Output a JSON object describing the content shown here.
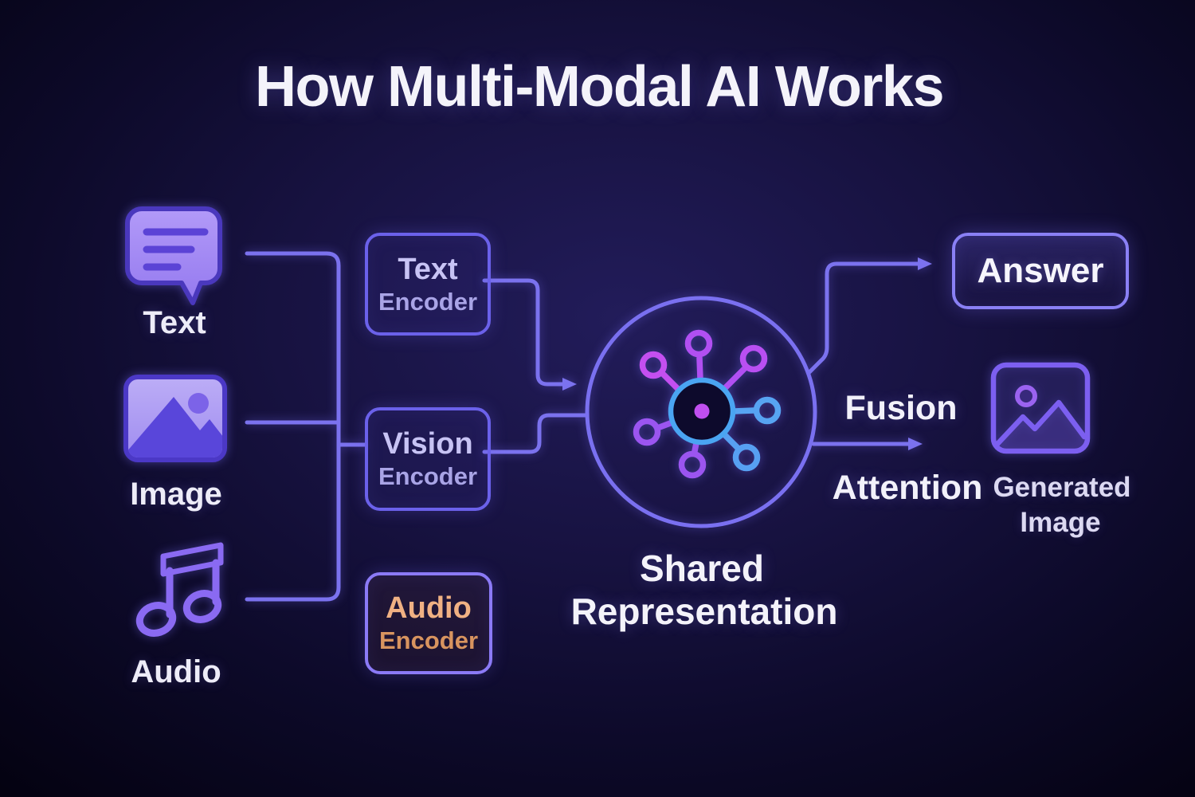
{
  "title": "How Multi-Modal AI Works",
  "inputs": [
    {
      "label": "Text",
      "icon": "chat-bubble-icon"
    },
    {
      "label": "Image",
      "icon": "image-icon"
    },
    {
      "label": "Audio",
      "icon": "music-note-icon"
    }
  ],
  "encoders": [
    {
      "line1": "Text",
      "line2": "Encoder"
    },
    {
      "line1": "Vision",
      "line2": "Encoder"
    },
    {
      "line1": "Audio",
      "line2": "Encoder"
    }
  ],
  "center": {
    "icon": "hub-network-icon",
    "label_line1": "Shared",
    "label_line2": "Representation"
  },
  "outputs": {
    "answer_label": "Answer",
    "fusion_label": "Fusion",
    "attention_label": "Attention",
    "generated_icon": "generated-image-icon",
    "generated_label_line1": "Generated",
    "generated_label_line2": "Image"
  },
  "colors": {
    "wire": "#7b72ee",
    "circle_stroke": "#7a70f0",
    "hub_ring_blue": "#4aa5f2",
    "hub_dot_magenta": "#c04ff0",
    "node_purple": "#b14ff2",
    "node_blue": "#57a4f2",
    "encoder_border": "#6b61ea",
    "audio_encoder_border": "#8b7af6",
    "encoder_text": "#c7c3f4",
    "audio_encoder_text": "#f0b183",
    "label_text": "#edecf8",
    "accent_light_purple": "#a78df5"
  }
}
